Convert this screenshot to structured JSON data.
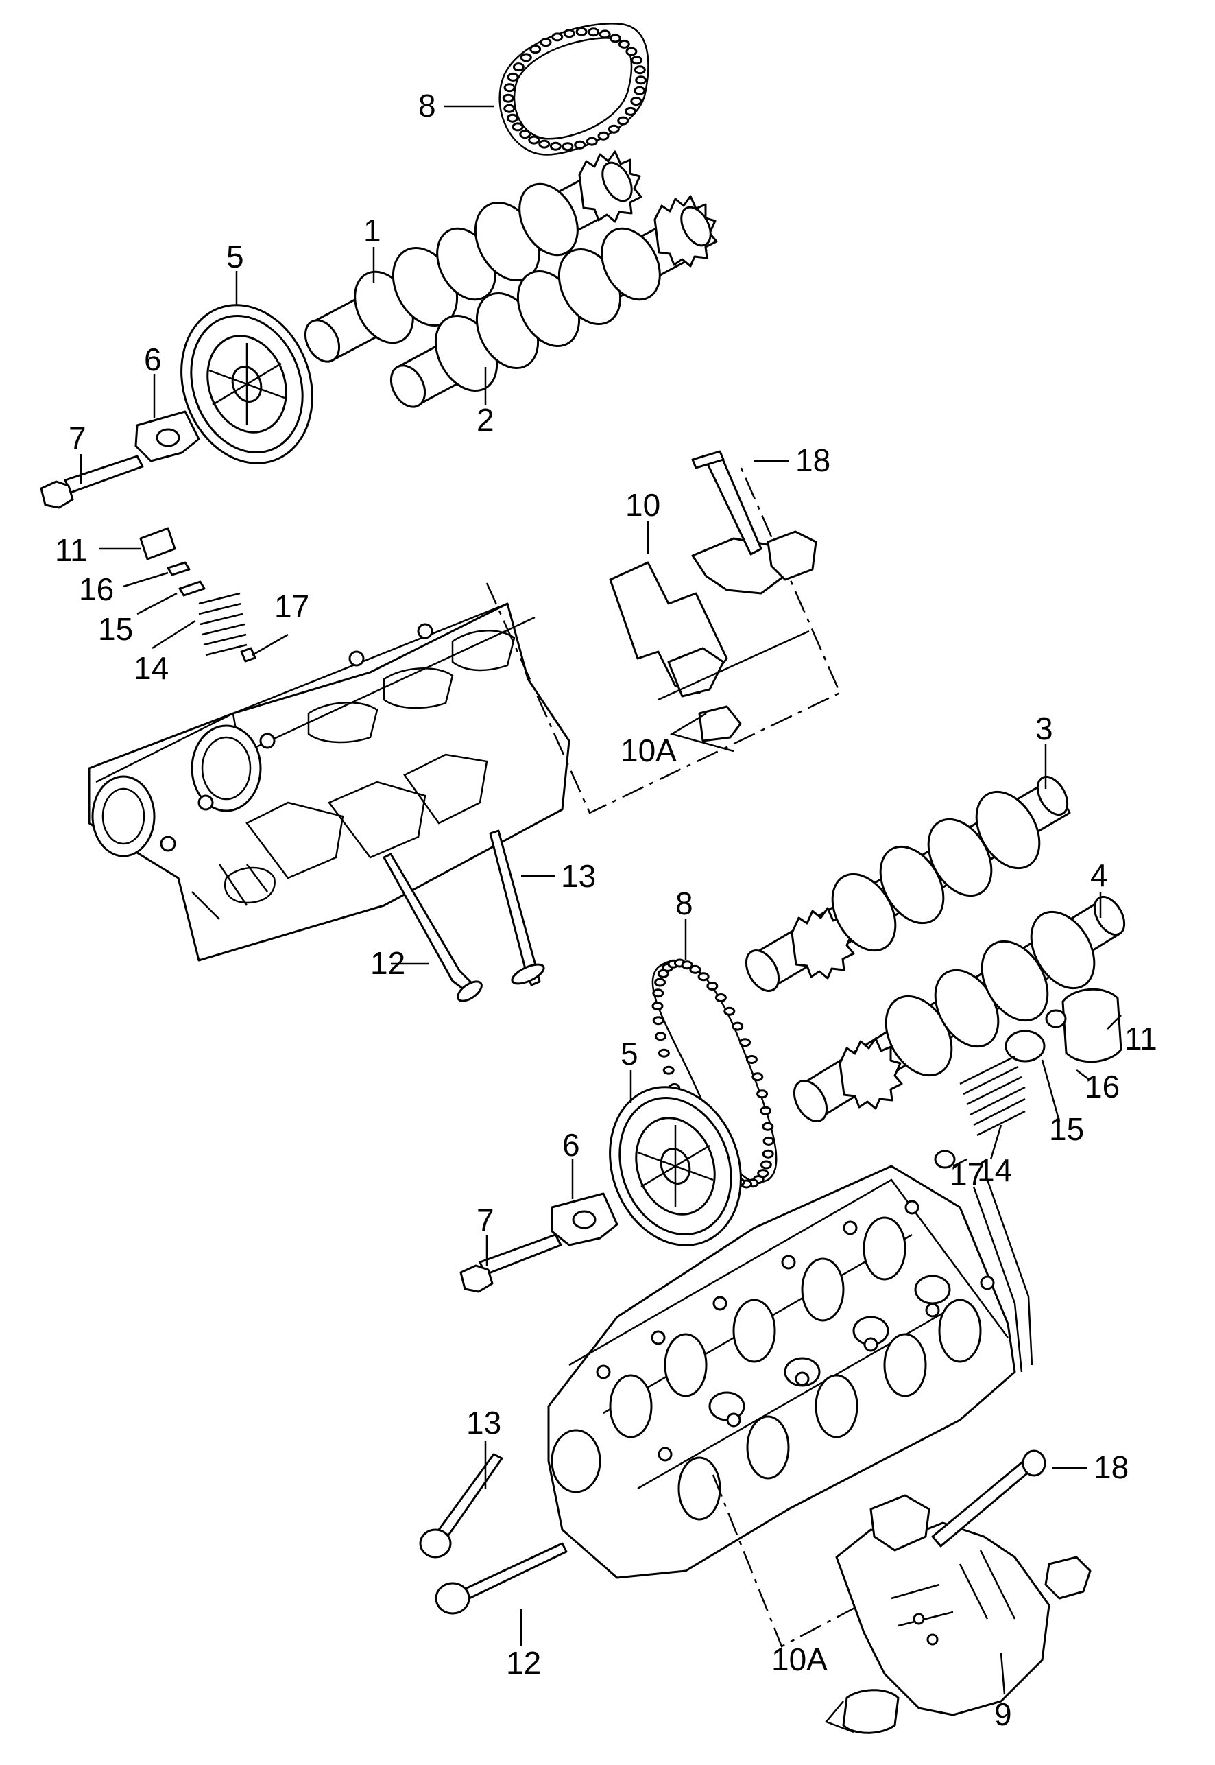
{
  "callouts": {
    "c1": "1",
    "c2": "2",
    "c3": "3",
    "c4": "4",
    "c5a": "5",
    "c5b": "5",
    "c6a": "6",
    "c6b": "6",
    "c7a": "7",
    "c7b": "7",
    "c8a": "8",
    "c8b": "8",
    "c9": "9",
    "c10": "10",
    "c10a1": "10A",
    "c10a2": "10A",
    "c11a": "11",
    "c11b": "11",
    "c12a": "12",
    "c12b": "12",
    "c13a": "13",
    "c13b": "13",
    "c14a": "14",
    "c14b": "14",
    "c15a": "15",
    "c15b": "15",
    "c16a": "16",
    "c16b": "16",
    "c17a": "17",
    "c17b": "17",
    "c18a": "18",
    "c18b": "18"
  }
}
